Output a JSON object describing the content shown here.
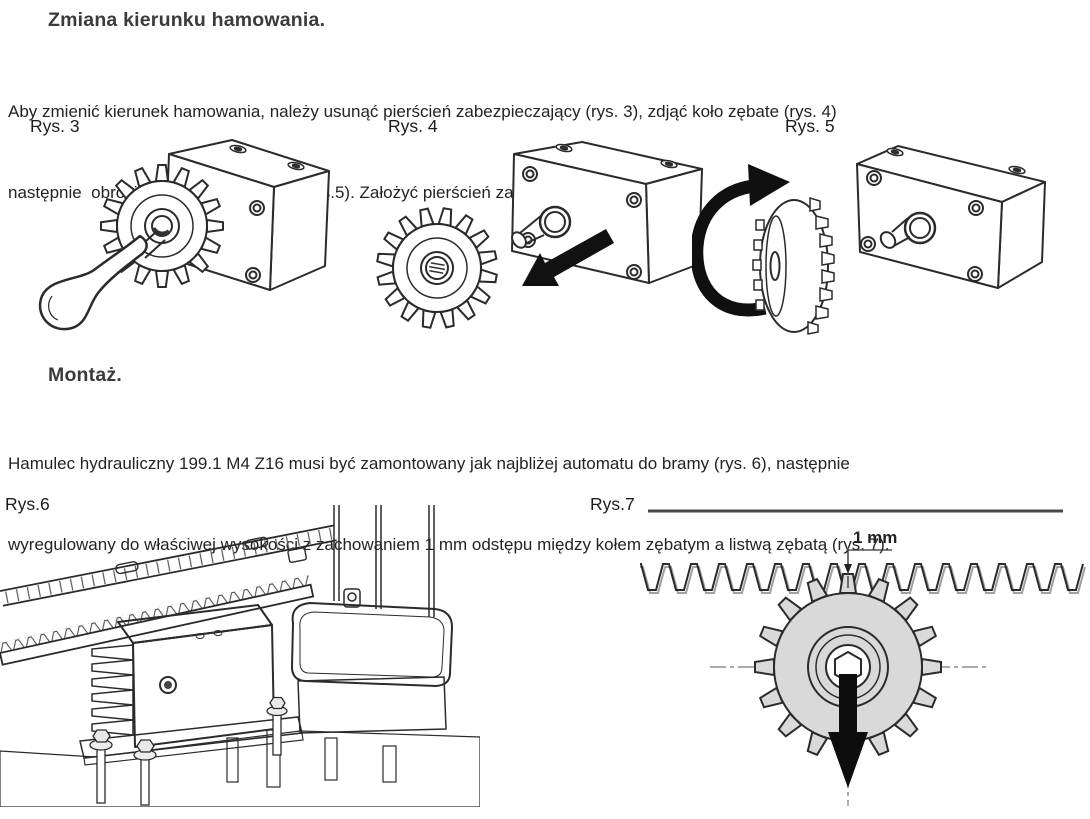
{
  "document": {
    "section_brake_direction": {
      "heading": "Zmiana kierunku hamowania.",
      "paragraph_lines": [
        "Aby zmienić kierunek hamowania, należy usunąć pierścień zabezpieczający (rys. 3), zdjąć koło zębate (rys. 4)",
        "następnie  obrócić je, jak pokazano na (rys.5). Założyć pierścień zabezpieczający."
      ],
      "figure_labels": [
        "Rys. 3",
        "Rys. 4",
        "Rys. 5"
      ]
    },
    "section_montaz": {
      "heading": "Montaż.",
      "paragraph_lines": [
        "Hamulec hydrauliczny 199.1 M4 Z16 musi być zamontowany jak najbliżej automatu do bramy (rys. 6), następnie",
        "wyregulowany do właściwej wysokości z zachowaniem 1 mm odstępu między kołem zębatym a listwą zębatą (rys. 7)."
      ],
      "figure_labels": [
        "Rys.6",
        "Rys.7"
      ],
      "dimension_label": "1 mm"
    },
    "colors": {
      "heading": "#3b3b3b",
      "body_text": "#232323",
      "line": "#2b2b2b",
      "gear_fill": "#d9d9d9",
      "box_fill": "#dcdcdc"
    }
  }
}
